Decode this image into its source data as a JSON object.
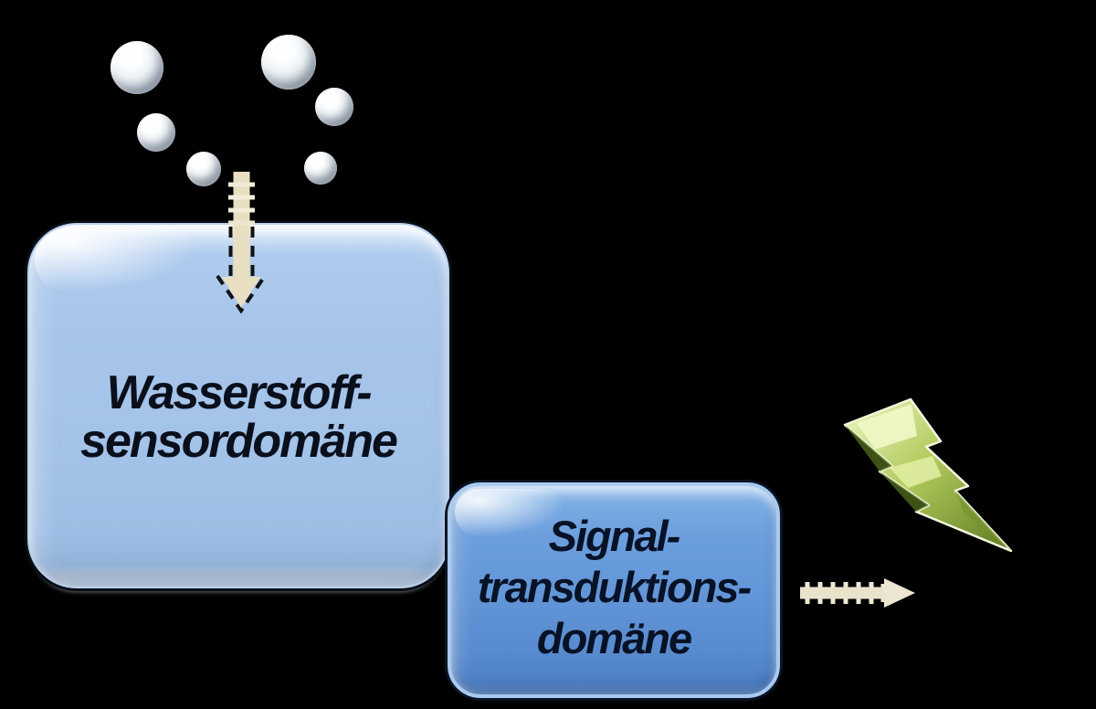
{
  "canvas": {
    "background_color": "#000000",
    "description": "Schema einer Wasserstoff-Sensor-Signalkette"
  },
  "sensor_domain_box": {
    "line1": "Wasserstoff-",
    "line2": "sensordomäne",
    "fill_color": "#a4c3e8",
    "text_color": "#0a0f1c"
  },
  "transduction_domain_box": {
    "line1": "Signal-",
    "line2": "transduktions-",
    "line3": "domäne",
    "fill_color": "#6296d8",
    "text_color": "#081226"
  },
  "icons": {
    "hydrogen_spheres": {
      "count": 6,
      "color": "#ffffff"
    },
    "input_arrow": {
      "direction": "down",
      "style": "dashed",
      "color": "#e8dfc2",
      "outline_color": "#111111"
    },
    "output_arrow": {
      "direction": "right",
      "style": "dashed",
      "color": "#eae5d0"
    },
    "lightning_bolt": {
      "color_light": "#eef5c2",
      "color_mid": "#b2cb5e",
      "color_dark": "#55701c"
    }
  }
}
